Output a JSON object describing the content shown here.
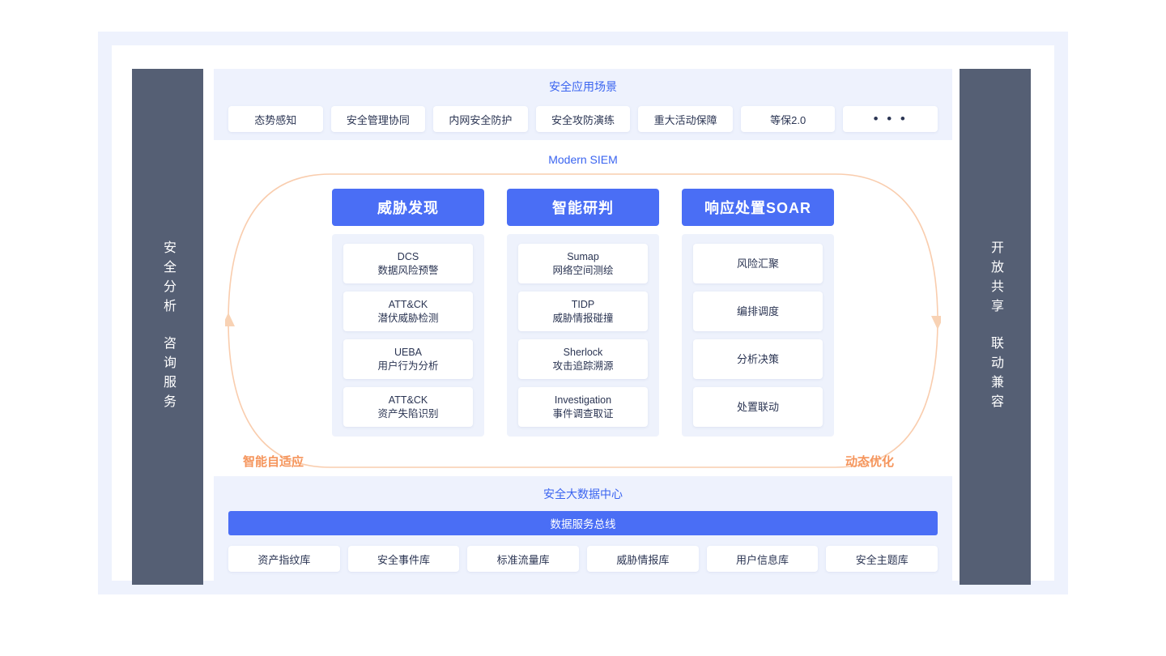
{
  "frame": {
    "accent_blue": "#4a6ef5",
    "title_blue": "#3a64f0",
    "panel_dark": "#555f74",
    "loop_orange": "#f5955c",
    "band_bg": "#eef2fd"
  },
  "left_panel": {
    "words": [
      "安全分析",
      "咨询服务"
    ]
  },
  "right_panel": {
    "words": [
      "开放共享",
      "联动兼容"
    ]
  },
  "scenarios": {
    "title": "安全应用场景",
    "items": [
      {
        "label": "态势感知"
      },
      {
        "label": "安全管理协同"
      },
      {
        "label": "内网安全防护"
      },
      {
        "label": "安全攻防演练"
      },
      {
        "label": "重大活动保障"
      },
      {
        "label": "等保2.0"
      },
      {
        "label": "• • •"
      }
    ]
  },
  "siem": {
    "title": "Modern SIEM",
    "loop_left_label": "智能自适应",
    "loop_right_label": "动态优化",
    "columns": [
      {
        "head": "威胁发现",
        "cells": [
          {
            "en": "DCS",
            "cn": "数据风险预警"
          },
          {
            "en": "ATT&CK",
            "cn": "潜伏威胁检测"
          },
          {
            "en": "UEBA",
            "cn": "用户行为分析"
          },
          {
            "en": "ATT&CK",
            "cn": "资产失陷识别"
          }
        ]
      },
      {
        "head": "智能研判",
        "cells": [
          {
            "en": "Sumap",
            "cn": "网络空间测绘"
          },
          {
            "en": "TIDP",
            "cn": "威胁情报碰撞"
          },
          {
            "en": "Sherlock",
            "cn": "攻击追踪溯源"
          },
          {
            "en": "Investigation",
            "cn": "事件调查取证"
          }
        ]
      },
      {
        "head": "响应处置SOAR",
        "cells": [
          {
            "en": "",
            "cn": "风险汇聚"
          },
          {
            "en": "",
            "cn": "编排调度"
          },
          {
            "en": "",
            "cn": "分析决策"
          },
          {
            "en": "",
            "cn": "处置联动"
          }
        ]
      }
    ]
  },
  "datacenter": {
    "title": "安全大数据中心",
    "bus_label": "数据服务总线",
    "databases": [
      {
        "label": "资产指纹库"
      },
      {
        "label": "安全事件库"
      },
      {
        "label": "标准流量库"
      },
      {
        "label": "威胁情报库"
      },
      {
        "label": "用户信息库"
      },
      {
        "label": "安全主题库"
      }
    ]
  }
}
